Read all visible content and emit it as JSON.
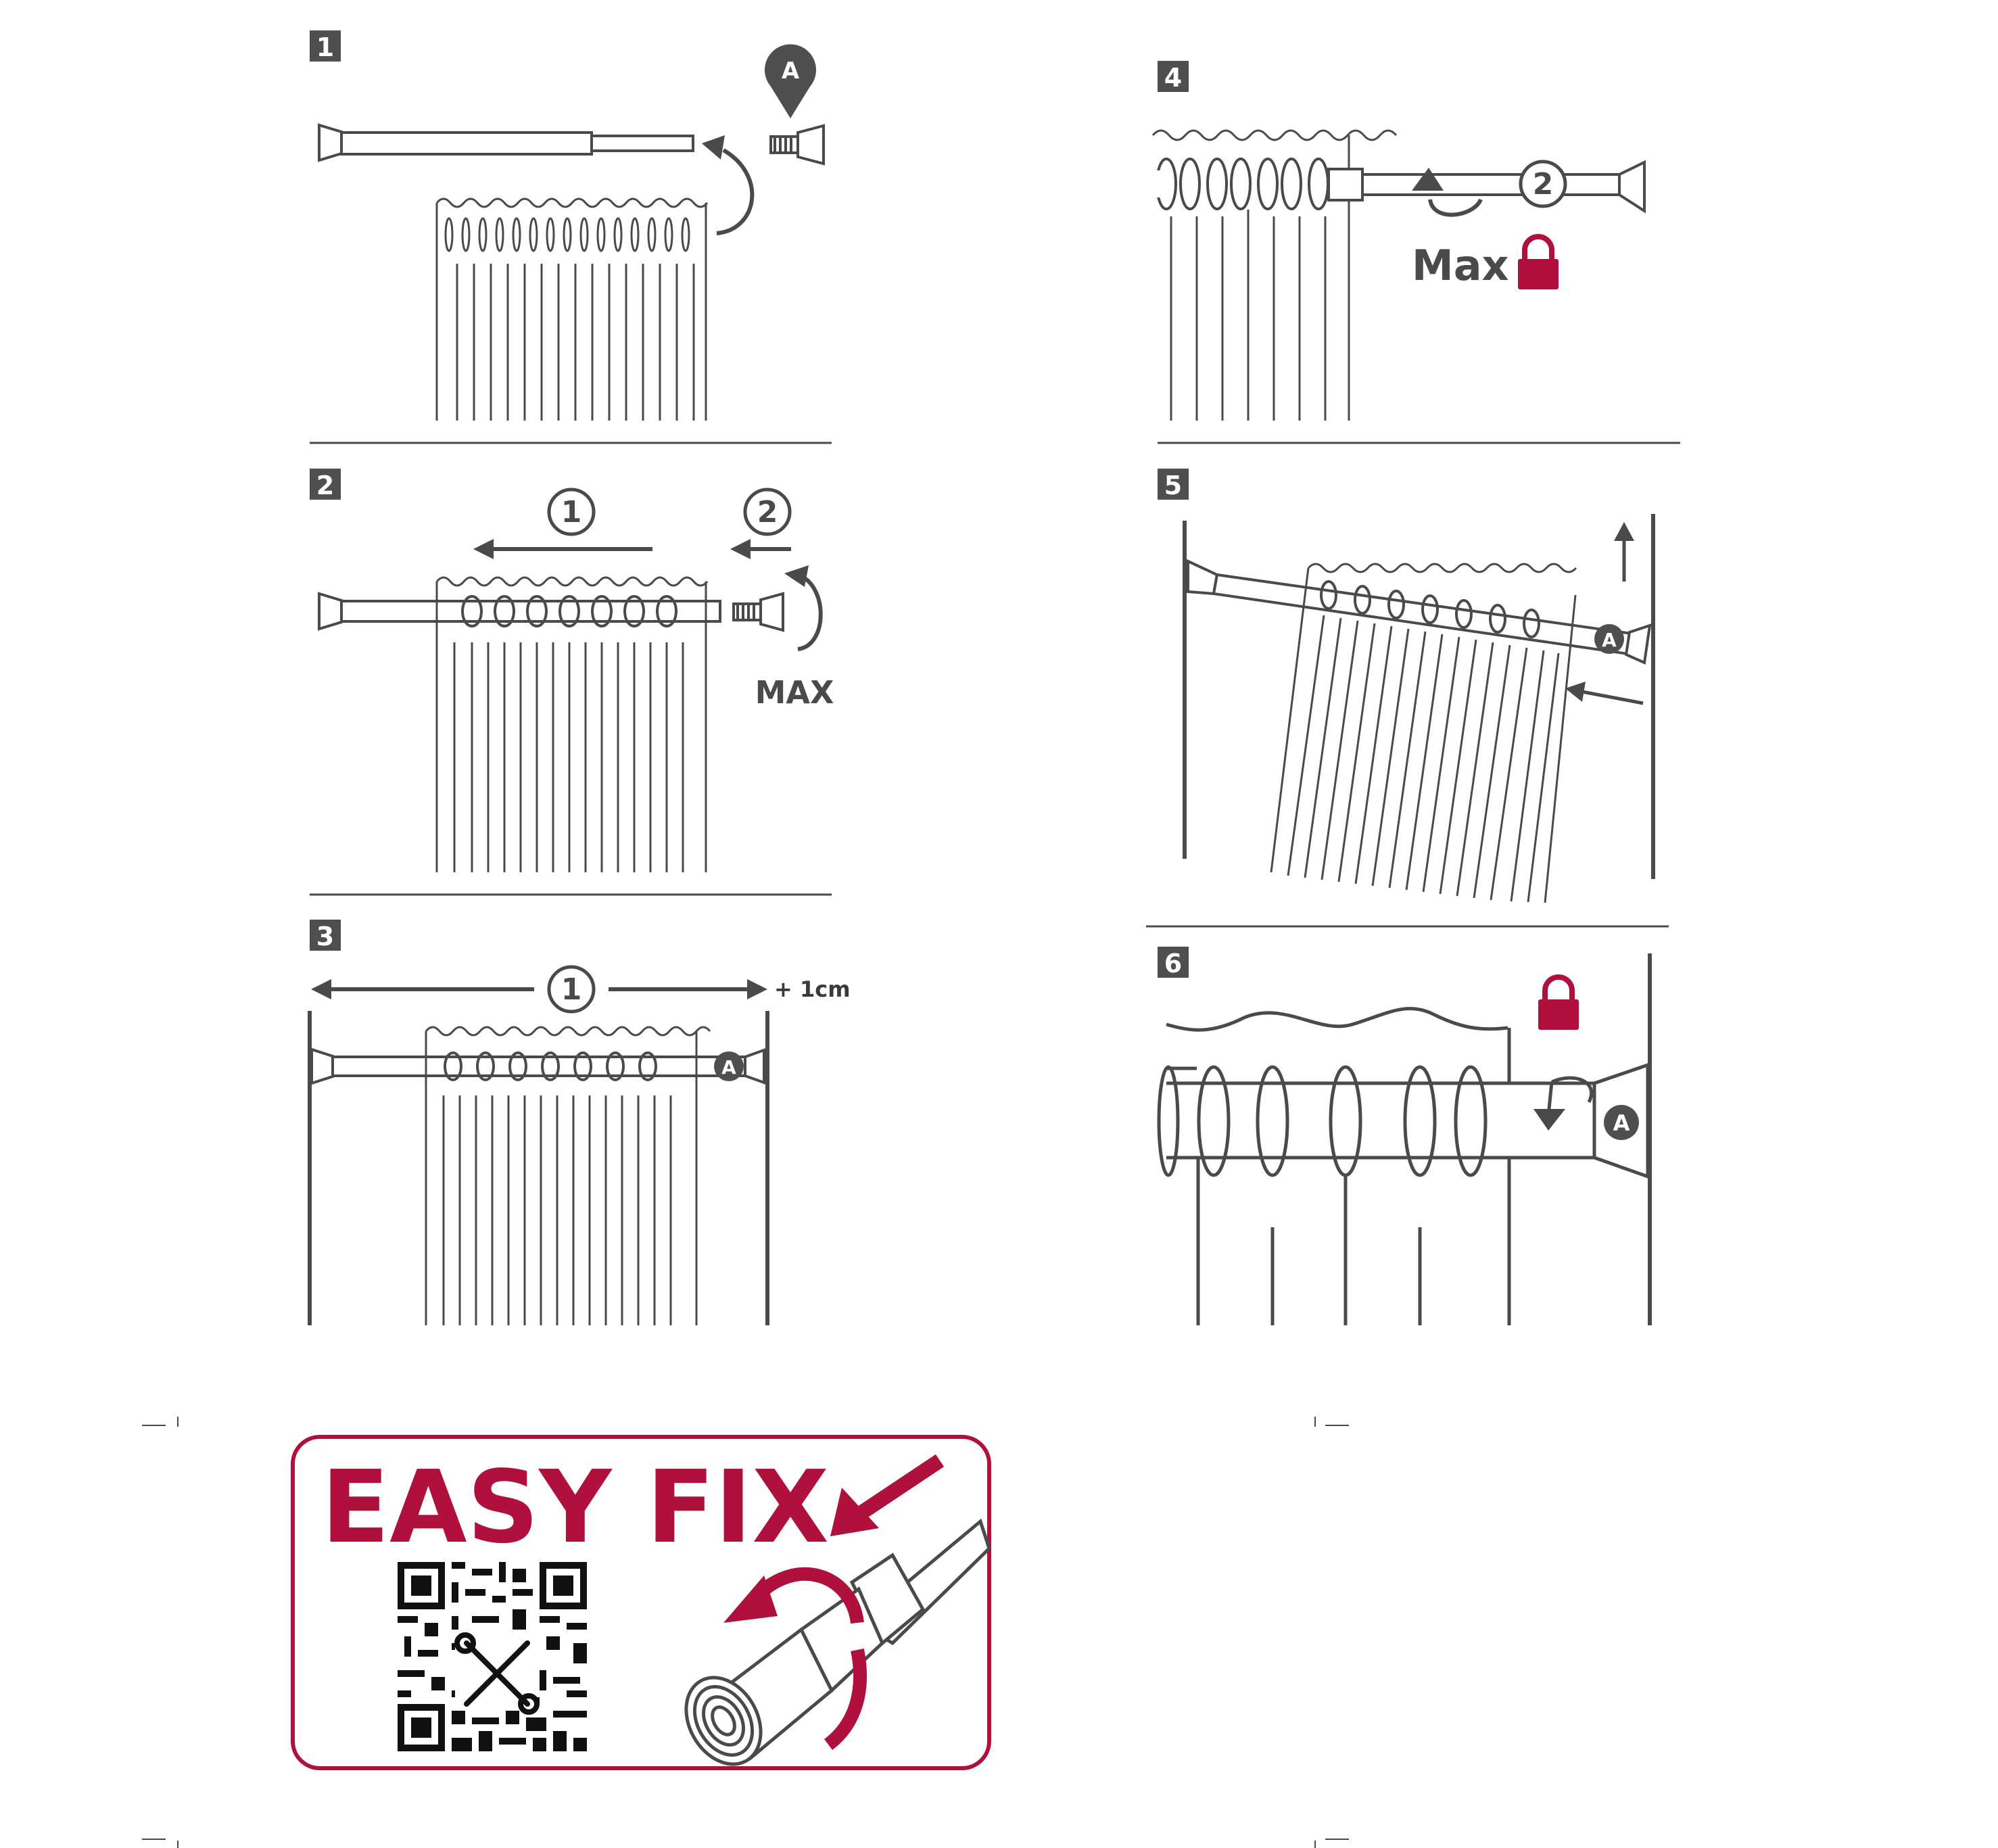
{
  "steps": [
    {
      "number": "1",
      "marker": "A"
    },
    {
      "number": "2",
      "circle_1": "1",
      "circle_2": "2",
      "text": "MAX"
    },
    {
      "number": "3",
      "circle_1": "1",
      "measure": "+ 1cm",
      "marker": "A"
    },
    {
      "number": "4",
      "circle_2": "2",
      "text": "Max"
    },
    {
      "number": "5",
      "marker": "A"
    },
    {
      "number": "6",
      "marker": "A"
    }
  ],
  "easy_fix": {
    "title": "EASY FIX"
  },
  "colors": {
    "ink": "#4a4a4a",
    "accent": "#b0103c",
    "badge": "#4f4f4f"
  },
  "icons": [
    "lock-icon",
    "qr-code",
    "tools-icon",
    "arrow-icon",
    "rotate-arrow-icon"
  ]
}
